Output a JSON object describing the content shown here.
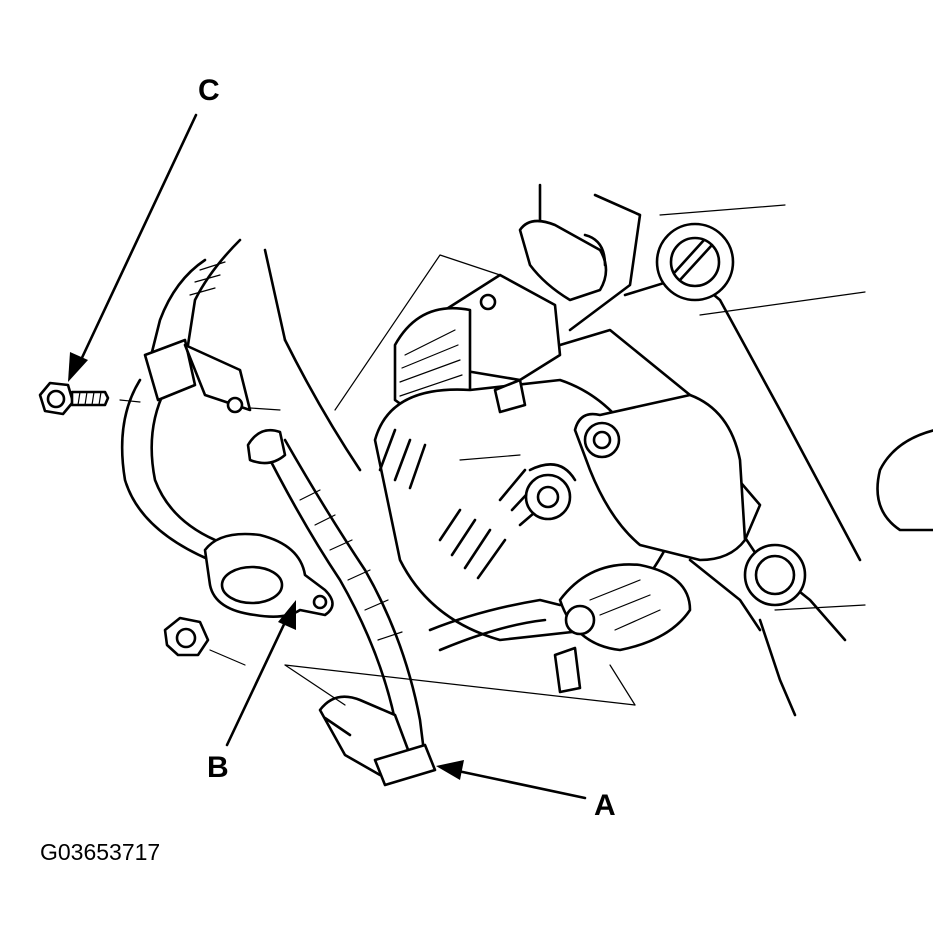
{
  "callouts": {
    "a": "A",
    "b": "B",
    "c": "C"
  },
  "figure_id": "G03653717"
}
